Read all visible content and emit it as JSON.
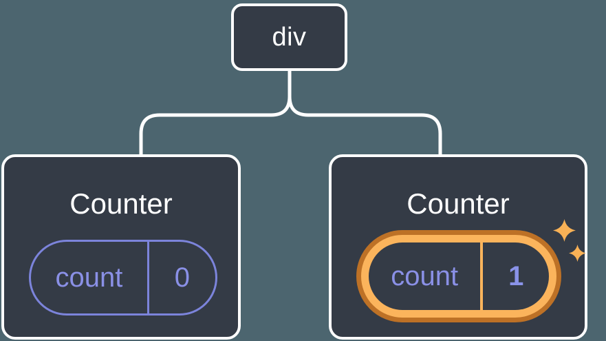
{
  "tree": {
    "root": {
      "label": "div"
    },
    "children": [
      {
        "title": "Counter",
        "state": {
          "key": "count",
          "value": "0"
        },
        "highlighted": false
      },
      {
        "title": "Counter",
        "state": {
          "key": "count",
          "value": "1"
        },
        "highlighted": true
      }
    ],
    "icons": [
      "sparkle-icon-large",
      "sparkle-icon-small"
    ],
    "colors": {
      "background": "#4C656F",
      "card_fill": "#343B46",
      "line_and_border": "#FFFFFF",
      "state_text": "#8A90E6",
      "state_border": "#7C84DB",
      "highlight_ring_outer": "#BD7126",
      "highlight_ring_inner": "#FBB45C",
      "sparkle": "#F8B156"
    }
  }
}
